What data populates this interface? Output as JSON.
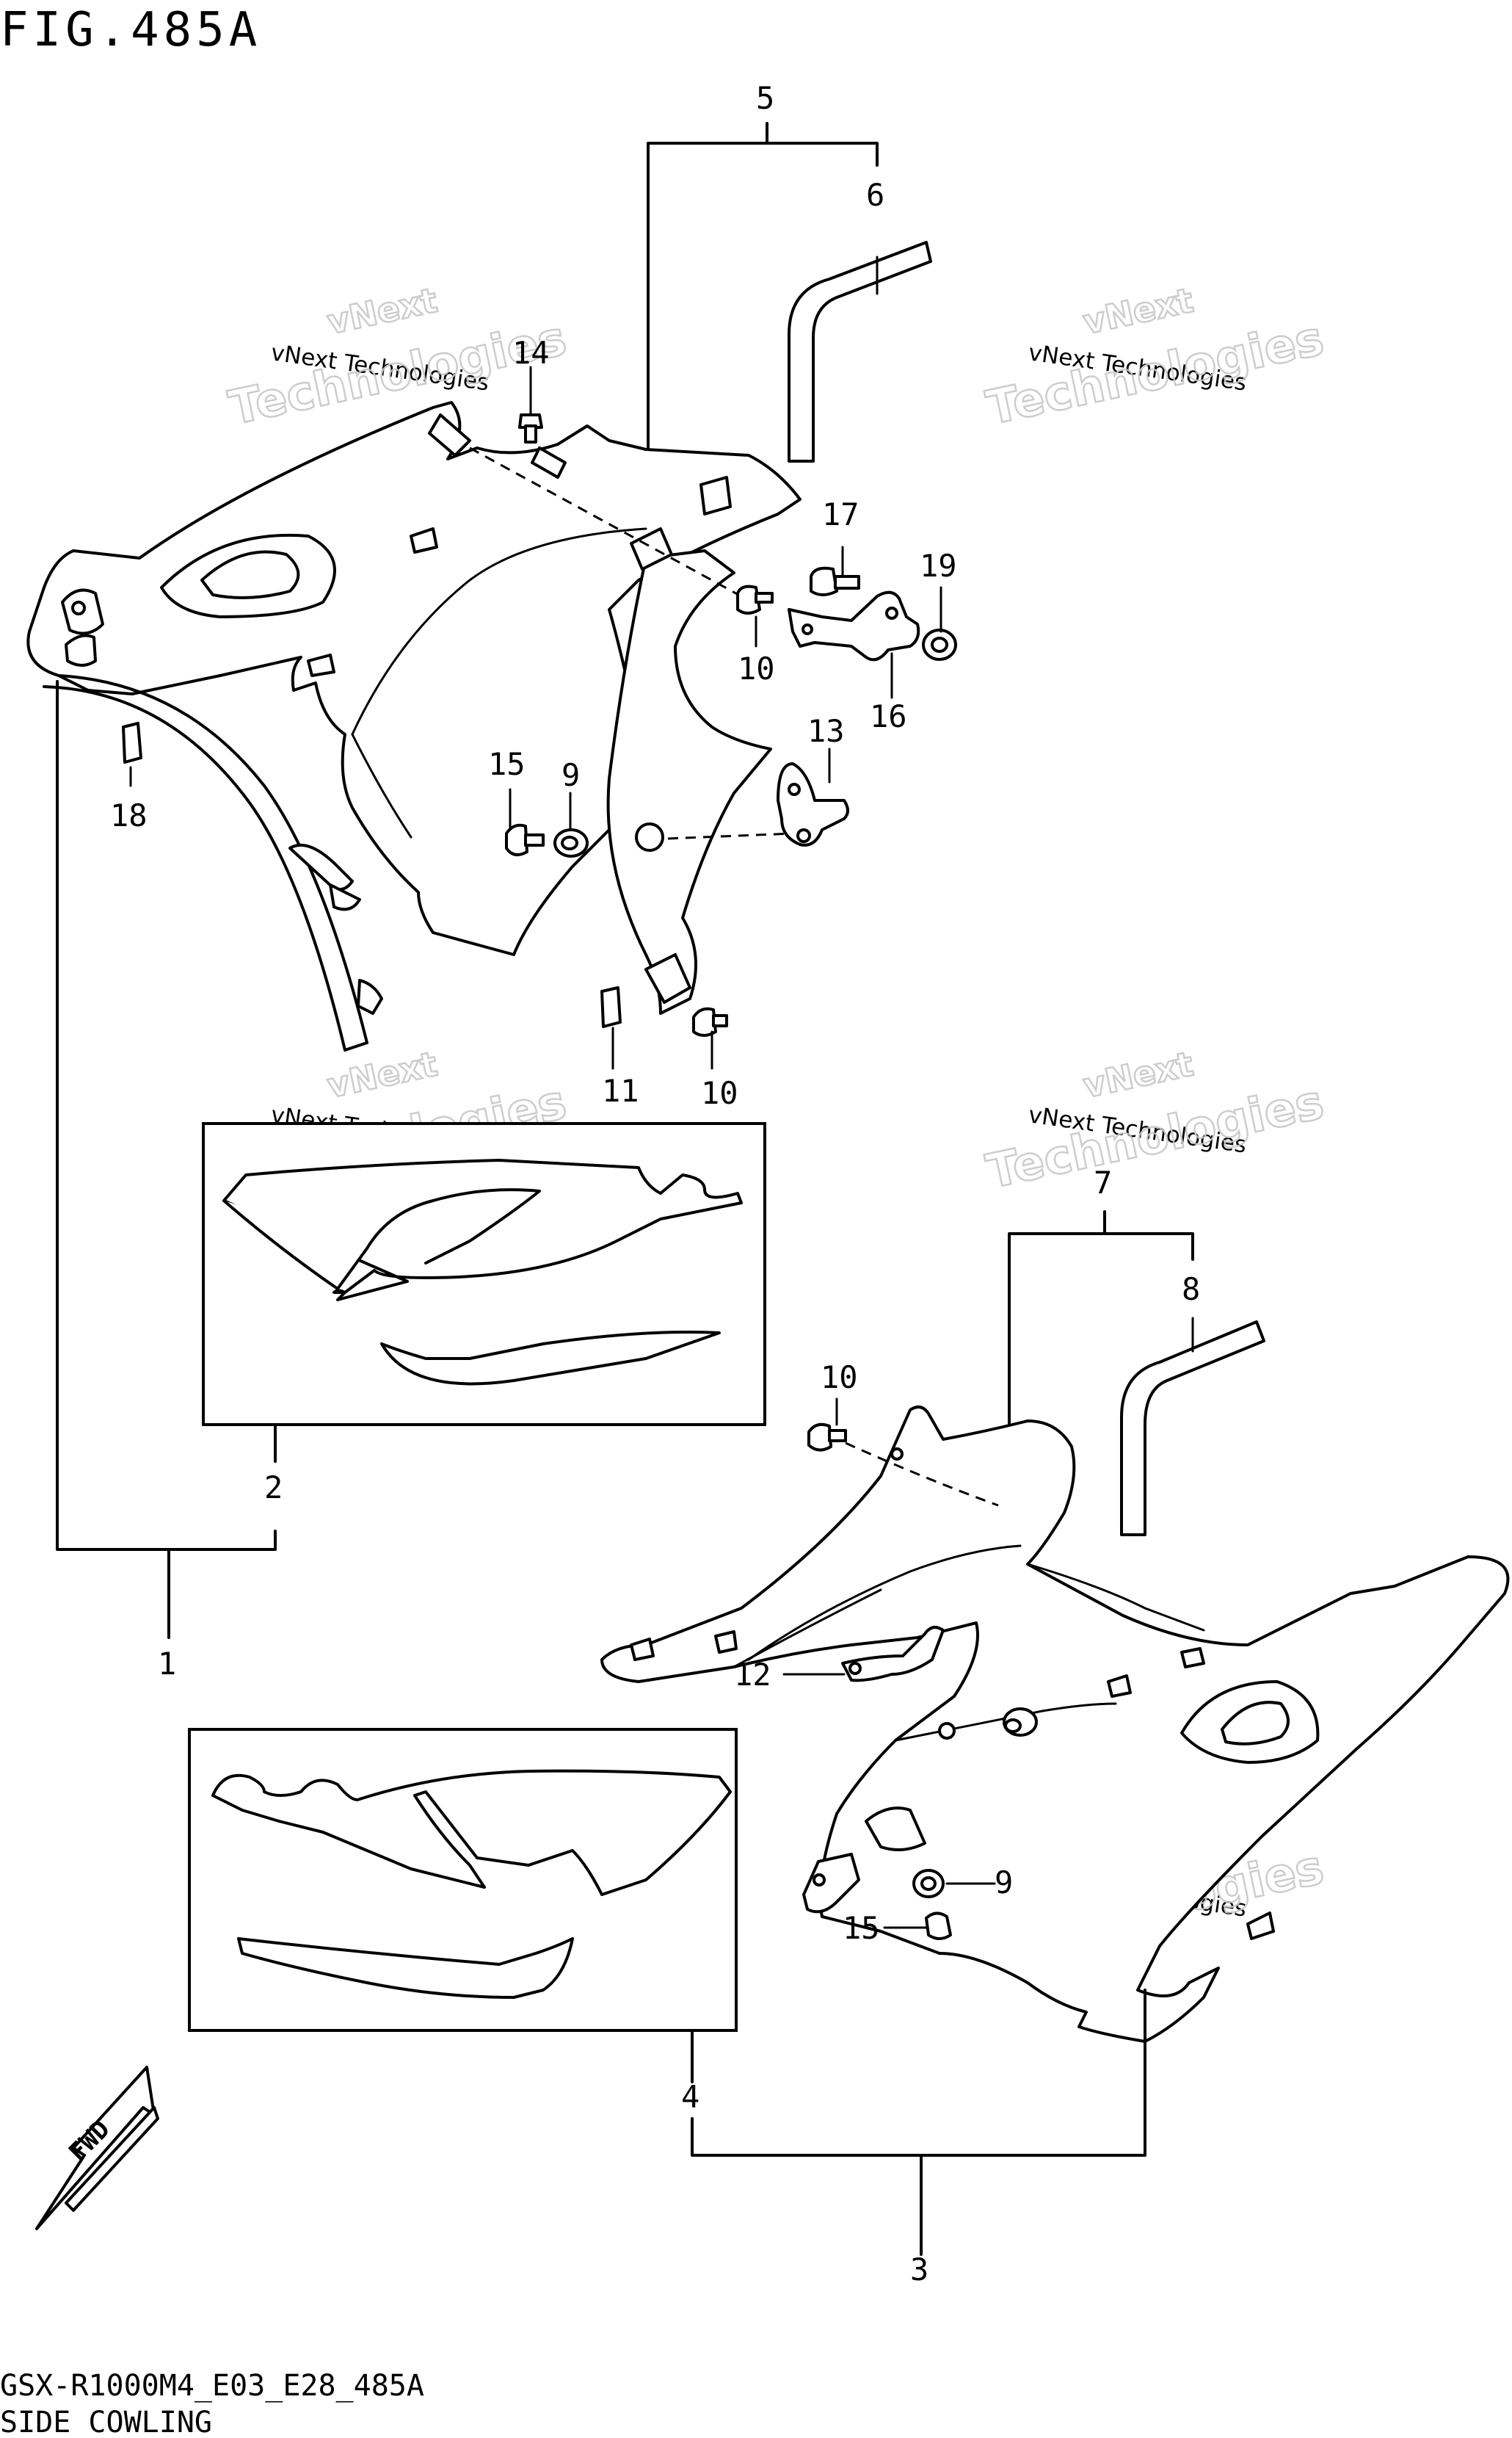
{
  "title": "FIG.485A",
  "footer": {
    "code": "GSX-R1000M4_E03_E28_485A",
    "name": "SIDE COWLING"
  },
  "watermark": {
    "line1": "vNext Technologies",
    "line2": "Technologies",
    "line3": "vNext"
  },
  "fwd_label": "FWD",
  "callouts": {
    "c1": "1",
    "c2": "2",
    "c3": "3",
    "c4": "4",
    "c5": "5",
    "c6": "6",
    "c7": "7",
    "c8": "8",
    "c9a": "9",
    "c9b": "9",
    "c10a": "10",
    "c10b": "10",
    "c10c": "10",
    "c11": "11",
    "c12": "12",
    "c13": "13",
    "c14": "14",
    "c15a": "15",
    "c15b": "15",
    "c16": "16",
    "c17": "17",
    "c18": "18",
    "c19": "19"
  }
}
